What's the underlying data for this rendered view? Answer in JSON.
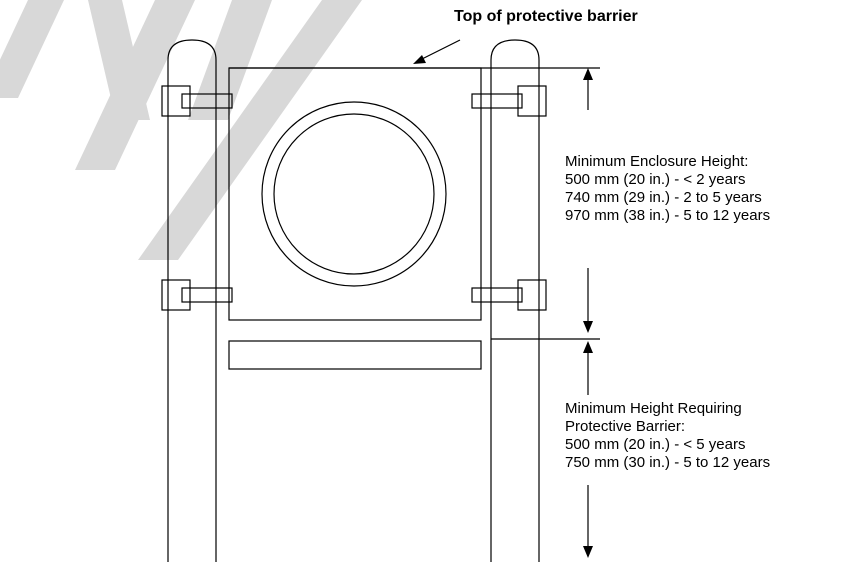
{
  "labels": {
    "top_barrier": "Top of protective barrier",
    "enclosure_title": "Minimum Enclosure Height:",
    "enclosure_lines": [
      "500 mm (20 in.) - < 2 years",
      "740 mm (29 in.) - 2 to 5 years",
      "970 mm (38 in.) - 5 to 12 years"
    ],
    "barrier_title_1": "Minimum Height Requiring",
    "barrier_title_2": "Protective Barrier:",
    "barrier_lines": [
      "500 mm (20 in.) - < 5 years",
      "750 mm (30 in.) - 5 to 12 years"
    ]
  },
  "colors": {
    "line": "#000000",
    "watermark": "#d4d4d4"
  }
}
